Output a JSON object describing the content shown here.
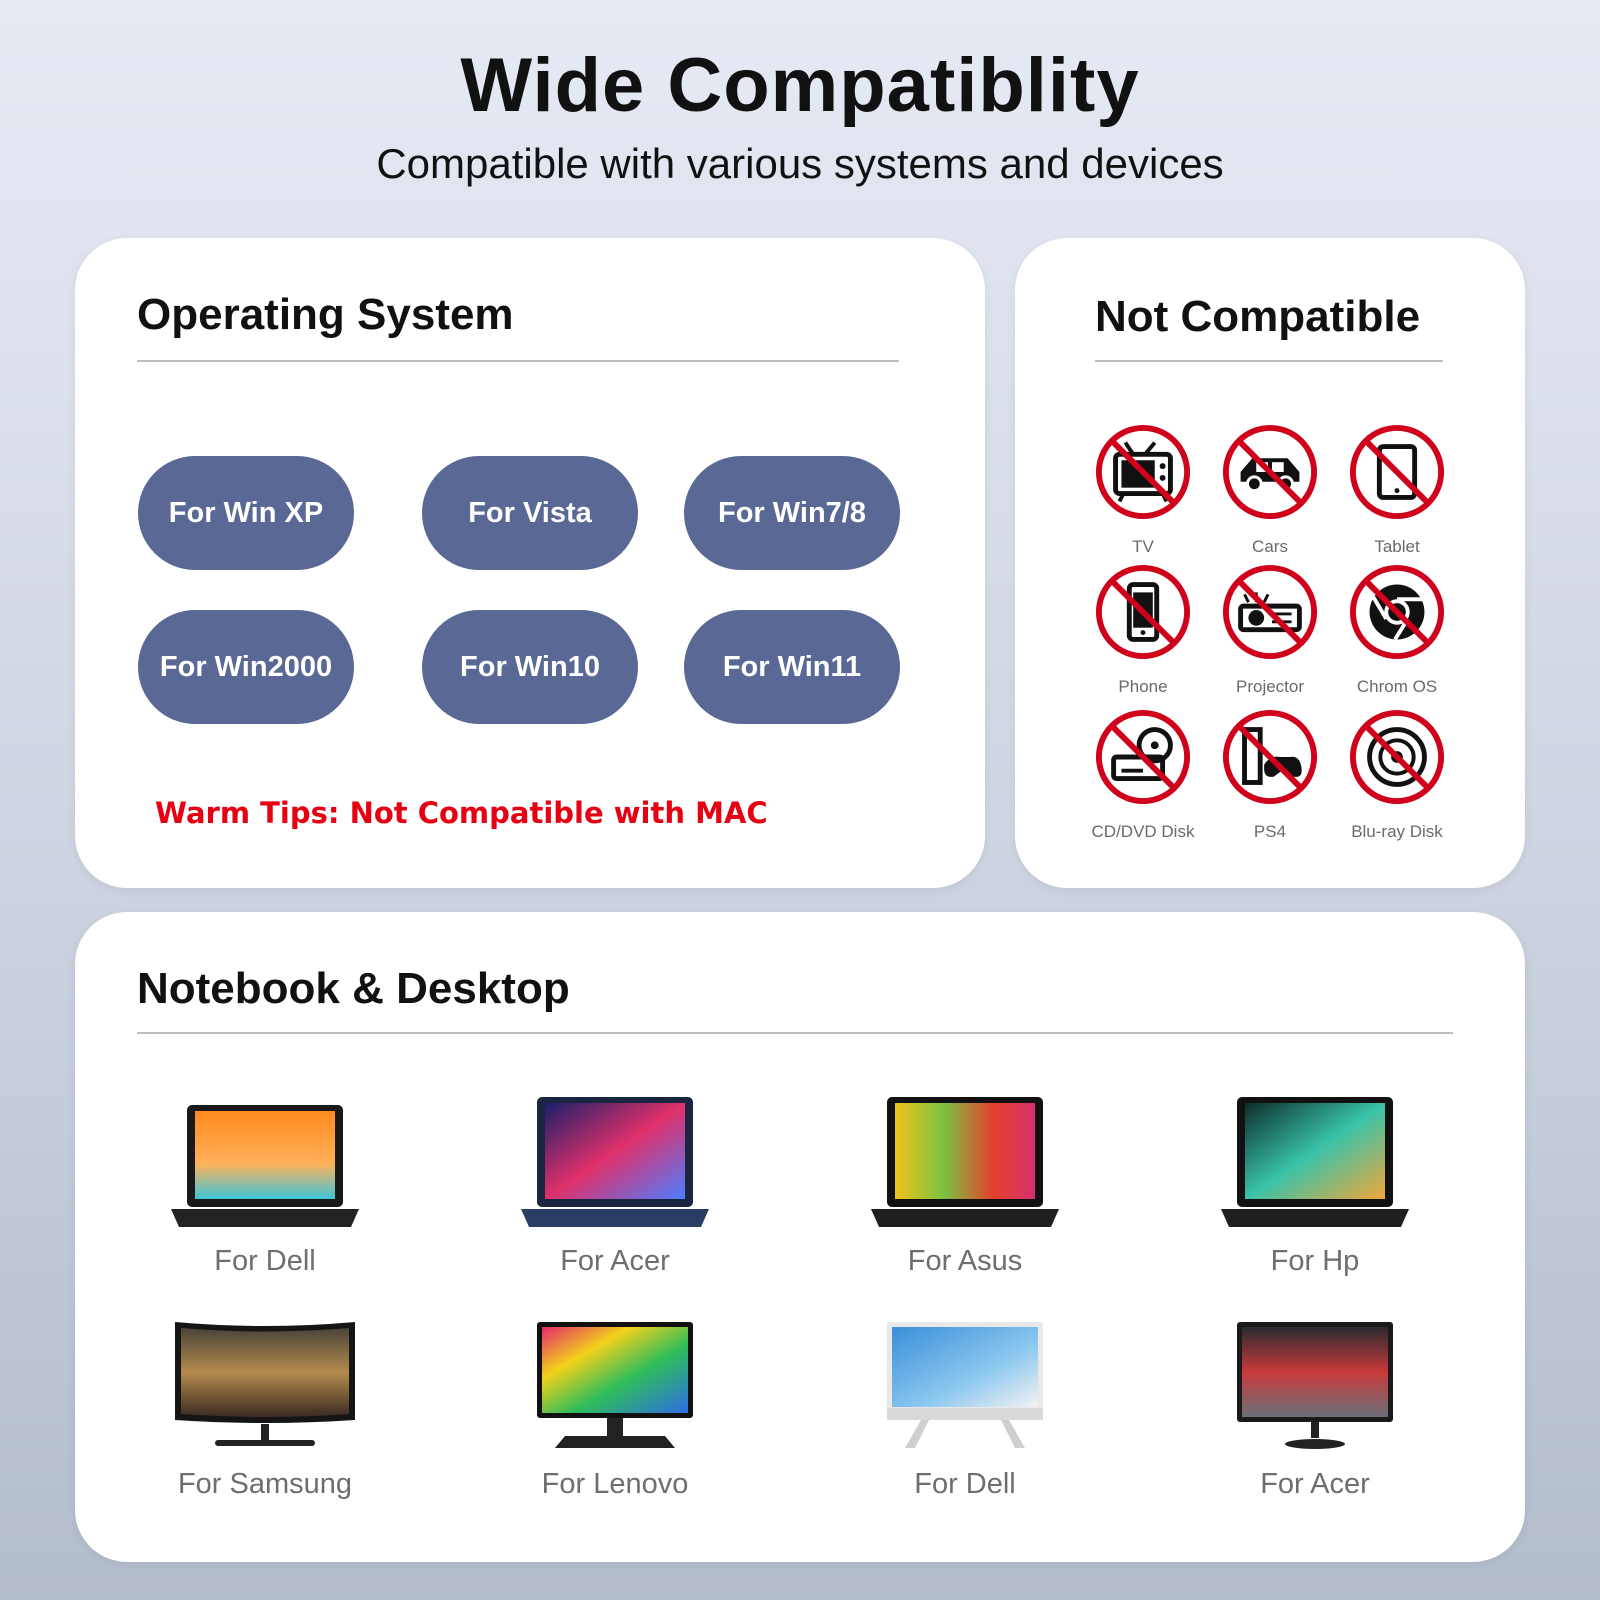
{
  "header": {
    "title": "Wide Compatiblity",
    "subtitle": "Compatible with various systems and devices"
  },
  "operating_system": {
    "title": "Operating System",
    "items": [
      "For Win XP",
      "For Vista",
      "For Win7/8",
      "For Win2000",
      "For Win10",
      "For Win11"
    ],
    "warm_tip": "Warm Tips: Not Compatible with MAC",
    "pill_color": "#596895",
    "tip_color": "#e60012"
  },
  "not_compatible": {
    "title": "Not Compatible",
    "prohibit_color": "#d0021b",
    "items": [
      {
        "label": "TV",
        "icon": "tv-icon"
      },
      {
        "label": "Cars",
        "icon": "car-icon"
      },
      {
        "label": "Tablet",
        "icon": "tablet-icon"
      },
      {
        "label": "Phone",
        "icon": "phone-icon"
      },
      {
        "label": "Projector",
        "icon": "projector-icon"
      },
      {
        "label": "Chrom OS",
        "icon": "chrome-icon"
      },
      {
        "label": "CD/DVD Disk",
        "icon": "cd-drive-icon"
      },
      {
        "label": "PS4",
        "icon": "game-console-icon"
      },
      {
        "label": "Blu-ray Disk",
        "icon": "disc-icon"
      }
    ]
  },
  "notebook_desktop": {
    "title": "Notebook & Desktop",
    "items": [
      {
        "label": "For Dell",
        "icon": "laptop-icon"
      },
      {
        "label": "For Acer",
        "icon": "laptop-icon"
      },
      {
        "label": "For Asus",
        "icon": "laptop-icon"
      },
      {
        "label": "For Hp",
        "icon": "laptop-icon"
      },
      {
        "label": "For Samsung",
        "icon": "monitor-icon"
      },
      {
        "label": "For Lenovo",
        "icon": "all-in-one-icon"
      },
      {
        "label": "For Dell",
        "icon": "all-in-one-icon"
      },
      {
        "label": "For Acer",
        "icon": "monitor-icon"
      }
    ]
  }
}
